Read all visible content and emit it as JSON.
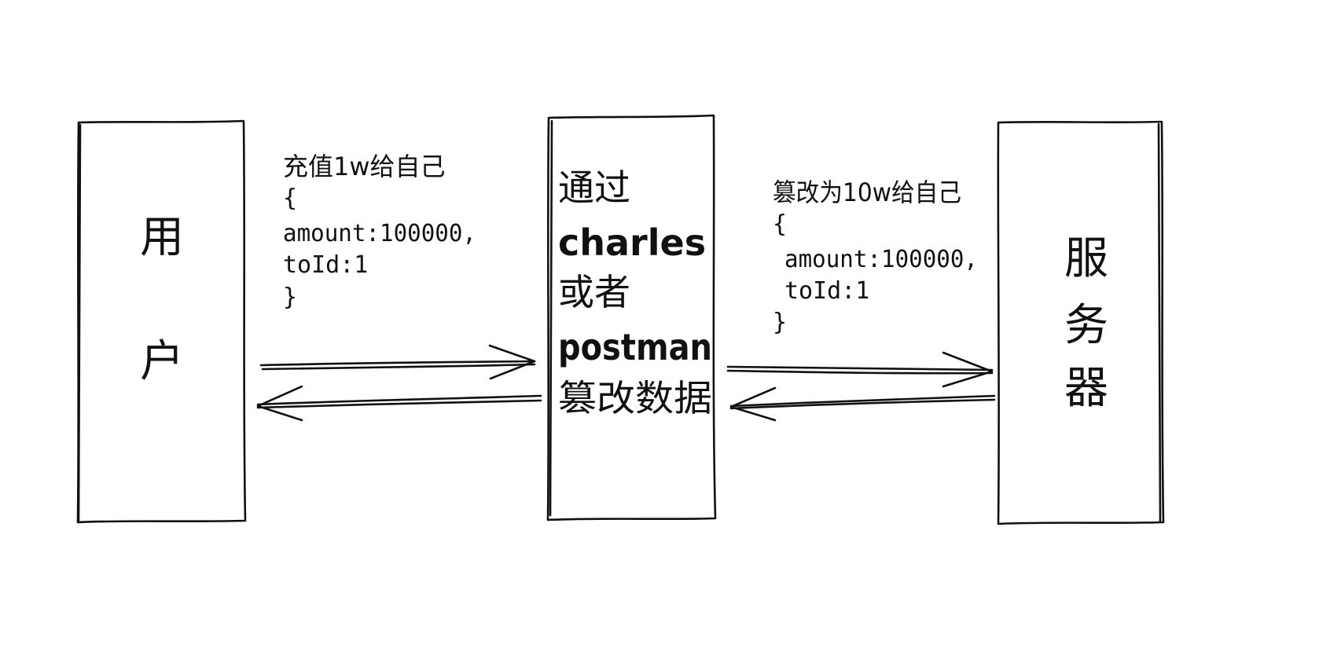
{
  "user": {
    "chars": [
      "用",
      "户"
    ]
  },
  "middle": {
    "lines": [
      "通过",
      "charles",
      "或者",
      "postman",
      "篡改数据"
    ]
  },
  "server": {
    "chars": [
      "服",
      "务",
      "器"
    ]
  },
  "left_note": {
    "title": "充值1w给自己",
    "open_brace": "{",
    "amount": "amount:100000,",
    "to_id": "toId:1",
    "close_brace": "}"
  },
  "right_note": {
    "title": "篡改为10w给自己",
    "open_brace": "{",
    "amount": "amount:100000,",
    "to_id": "toId:1",
    "close_brace": "}"
  },
  "colors": {
    "ink": "#111111",
    "background": "#ffffff"
  }
}
